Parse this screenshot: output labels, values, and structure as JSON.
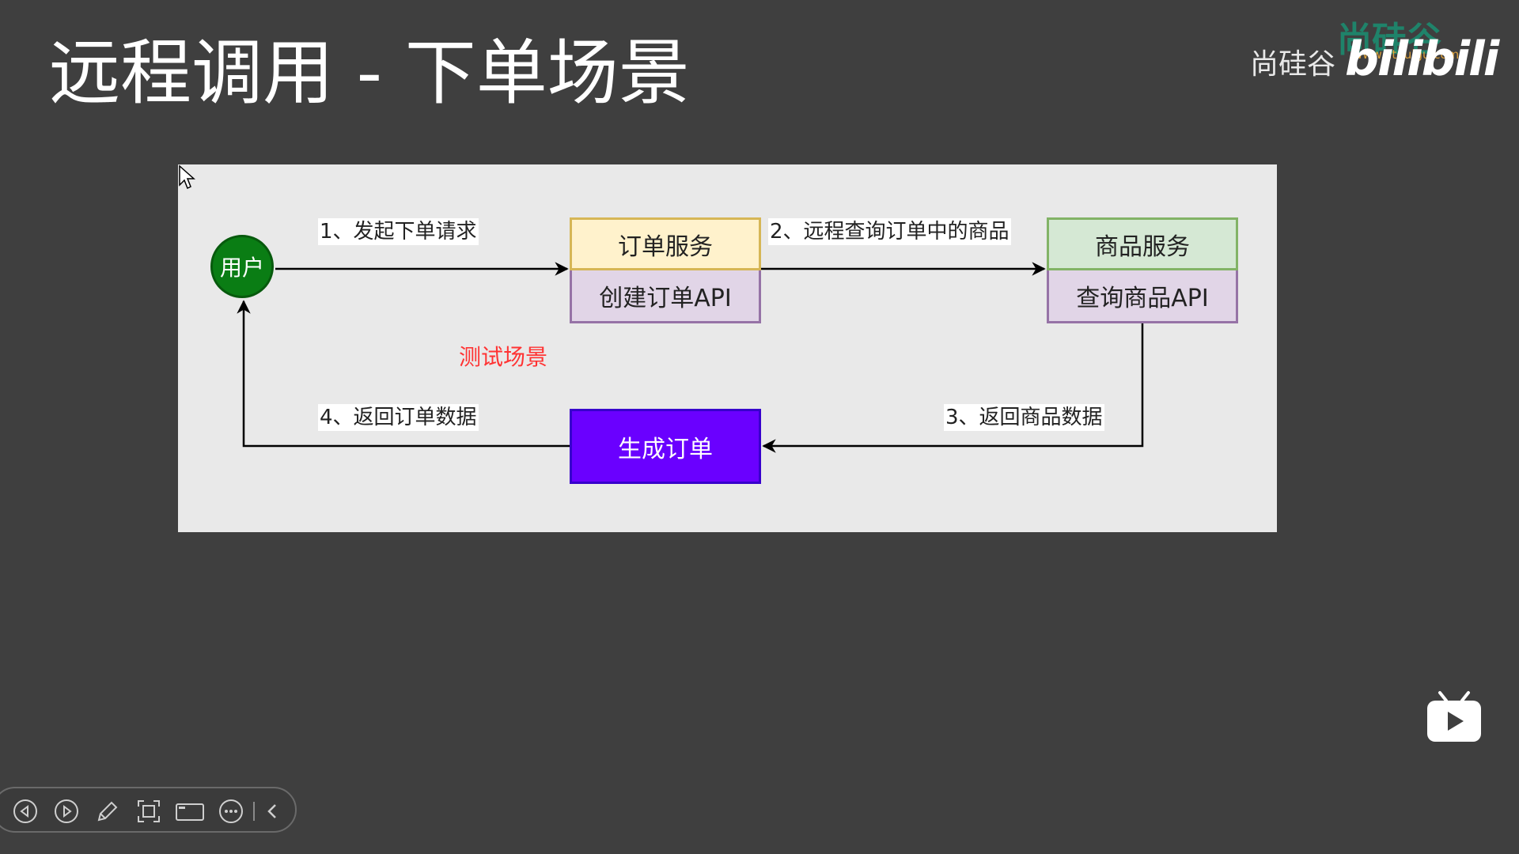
{
  "slide": {
    "title": "远程调用 - 下单场景"
  },
  "logo": {
    "brand": "尚硅谷",
    "mark": "尚硅谷",
    "url": "www.atguigu.com",
    "bili": "bilibili"
  },
  "diagram": {
    "nodes": {
      "user": "用户",
      "order_service": "订单服务",
      "create_order_api": "创建订单API",
      "product_service": "商品服务",
      "query_product_api": "查询商品API",
      "generate_order": "生成订单"
    },
    "edges": {
      "step1": "1、发起下单请求",
      "step2": "2、远程查询订单中的商品",
      "step3": "3、返回商品数据",
      "step4": "4、返回订单数据"
    },
    "note": "测试场景"
  },
  "toolbar": {
    "buttons": [
      "previous-icon",
      "next-icon",
      "pen-icon",
      "screenshot-icon",
      "camera-icon",
      "more-icon",
      "collapse-icon"
    ]
  },
  "colors": {
    "background": "#3f3f3f",
    "diagram_bg": "#e9e9e9",
    "user_node": "#0a7d14",
    "order_header": "#fff2cc",
    "product_header": "#d5e8d4",
    "api_box": "#e1d5e7",
    "generate_box": "#6a00ff",
    "note": "#ff3333"
  }
}
